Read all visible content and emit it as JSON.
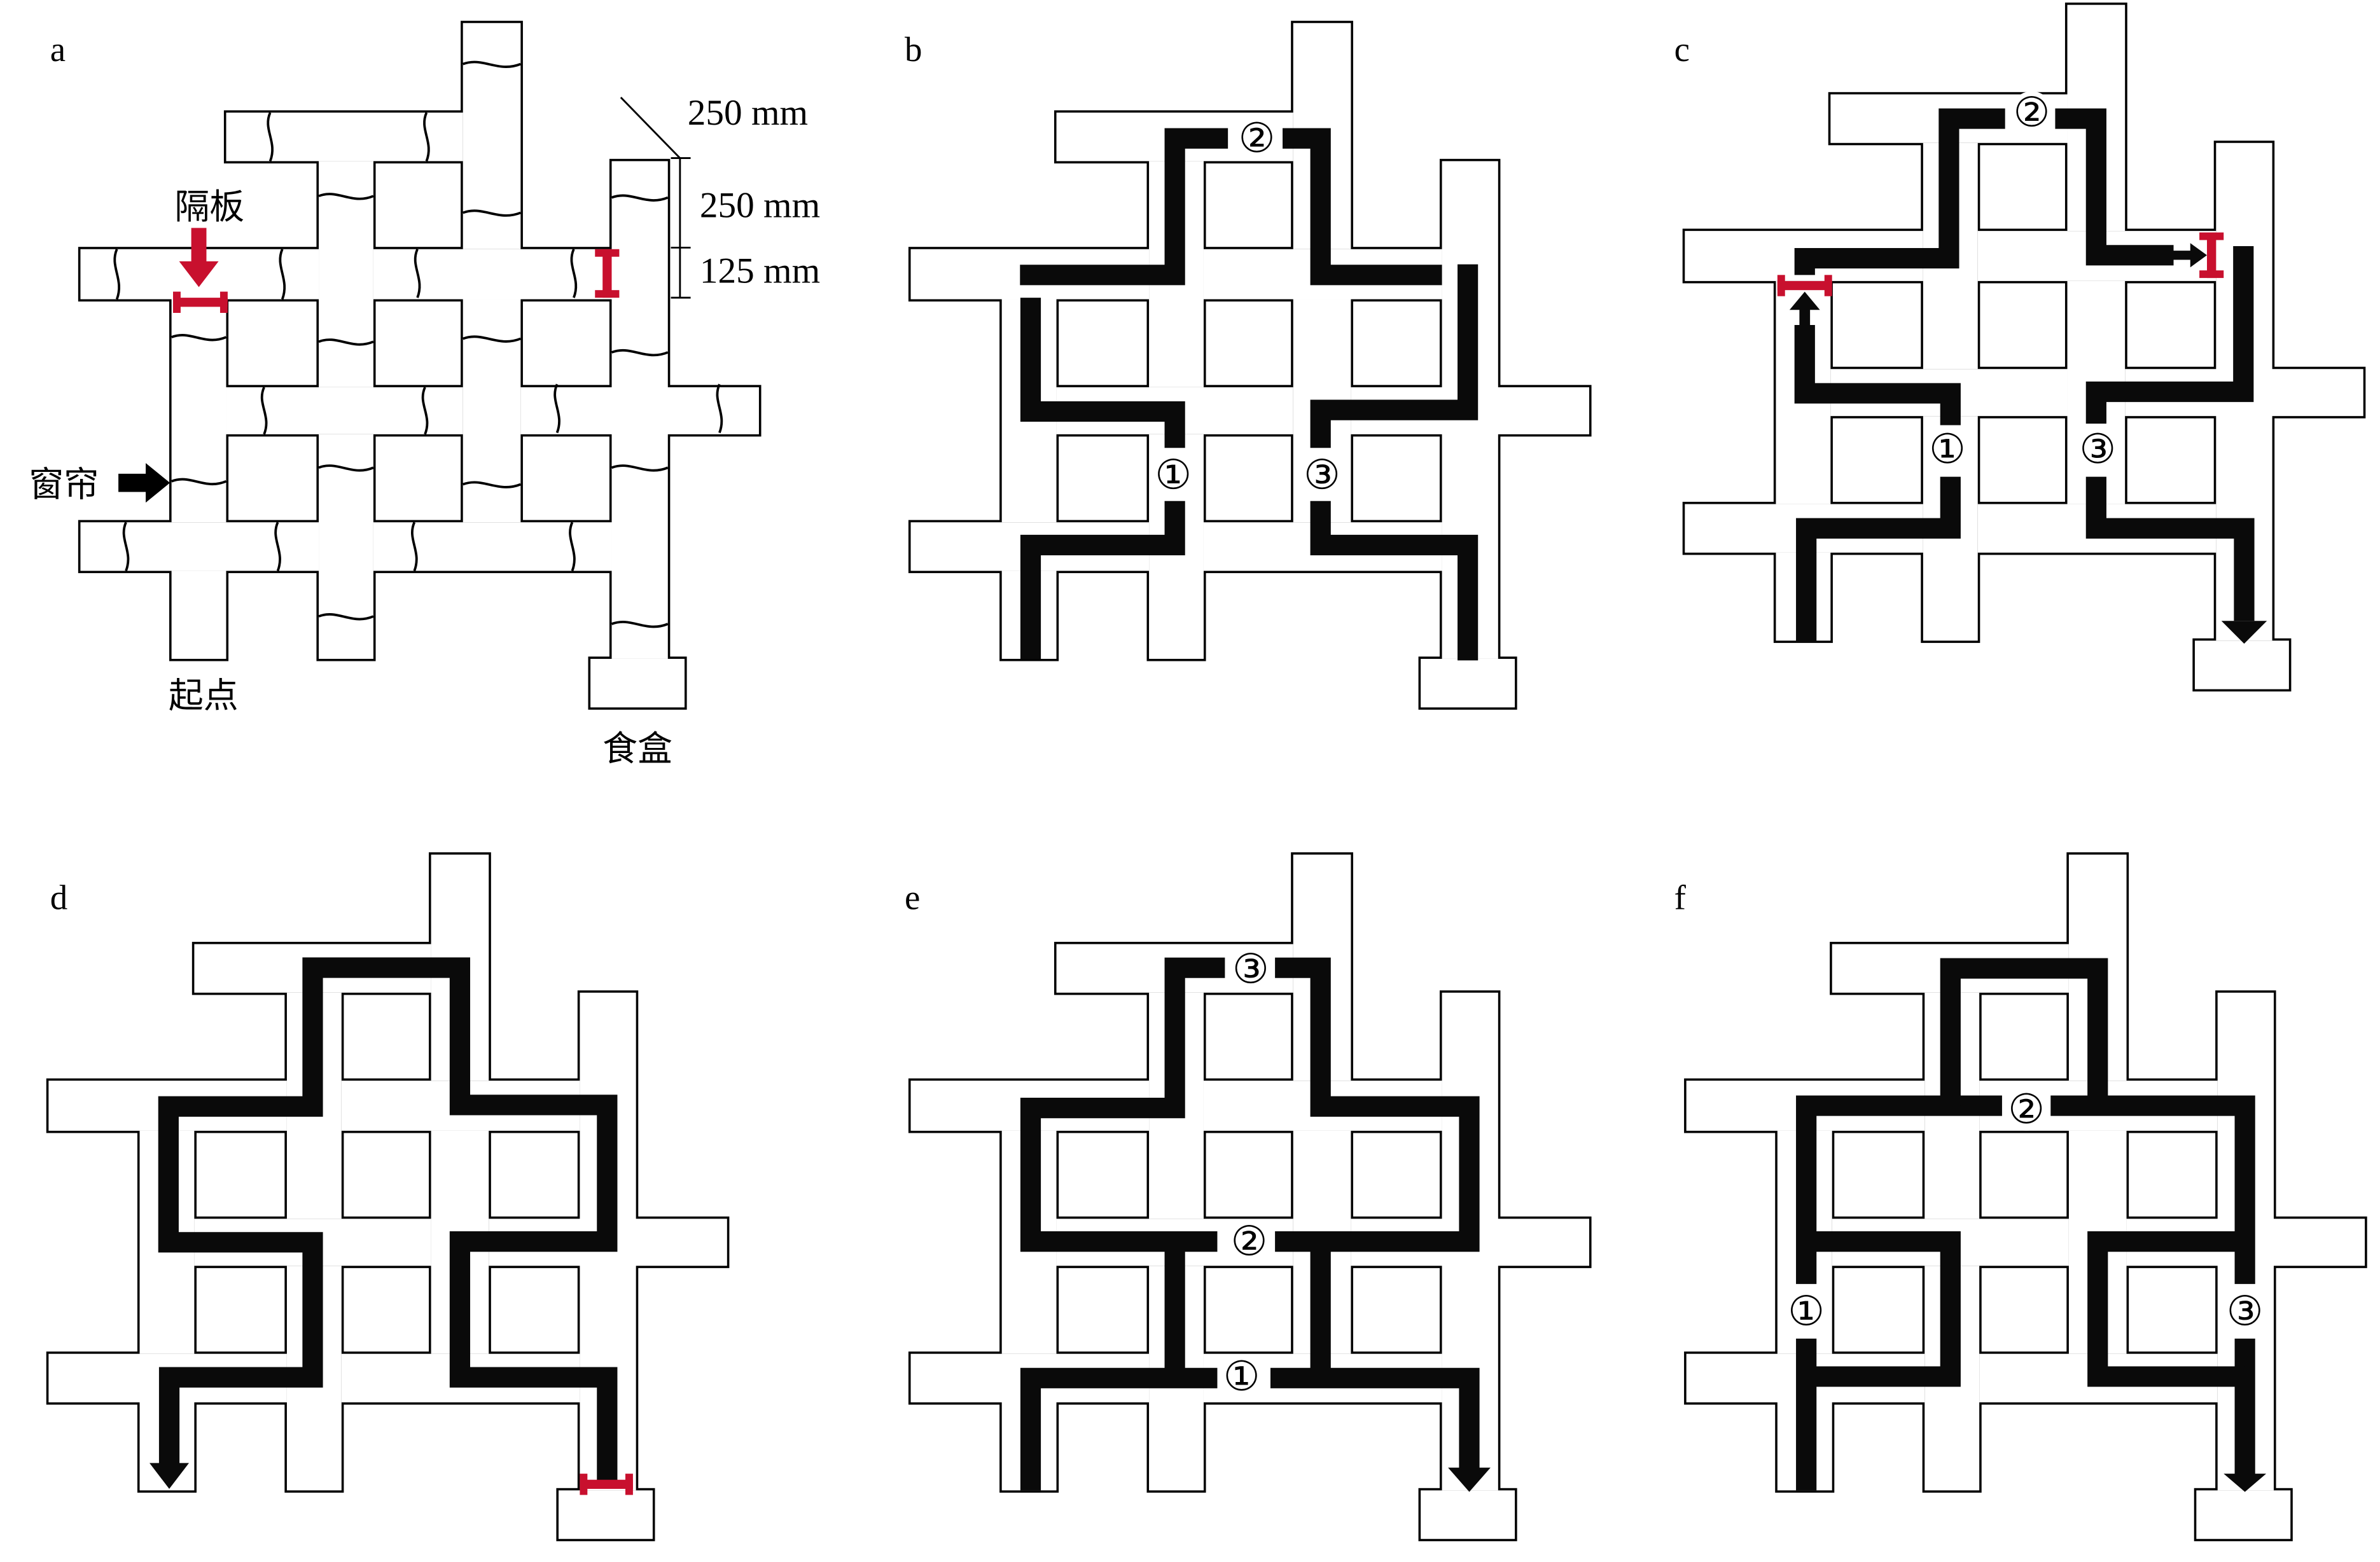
{
  "figure": {
    "panels": [
      {
        "id": "a",
        "label": "a"
      },
      {
        "id": "b",
        "label": "b",
        "markers": [
          "①",
          "②",
          "③"
        ]
      },
      {
        "id": "c",
        "label": "c",
        "markers": [
          "①",
          "②",
          "③"
        ]
      },
      {
        "id": "d",
        "label": "d"
      },
      {
        "id": "e",
        "label": "e",
        "markers": [
          "①",
          "②",
          "③"
        ]
      },
      {
        "id": "f",
        "label": "f",
        "markers": [
          "①",
          "②",
          "③"
        ]
      }
    ],
    "annotations": {
      "dim_diagonal": "250 mm",
      "dim_upper": "250 mm",
      "dim_lower": "125 mm",
      "partition": "隔板",
      "curtain": "窗帘",
      "start": "起点",
      "food_box": "食盒"
    },
    "colors": {
      "partition_red": "#C8102E",
      "path_black": "#0A0A0A",
      "maze_line": "#000000"
    }
  }
}
